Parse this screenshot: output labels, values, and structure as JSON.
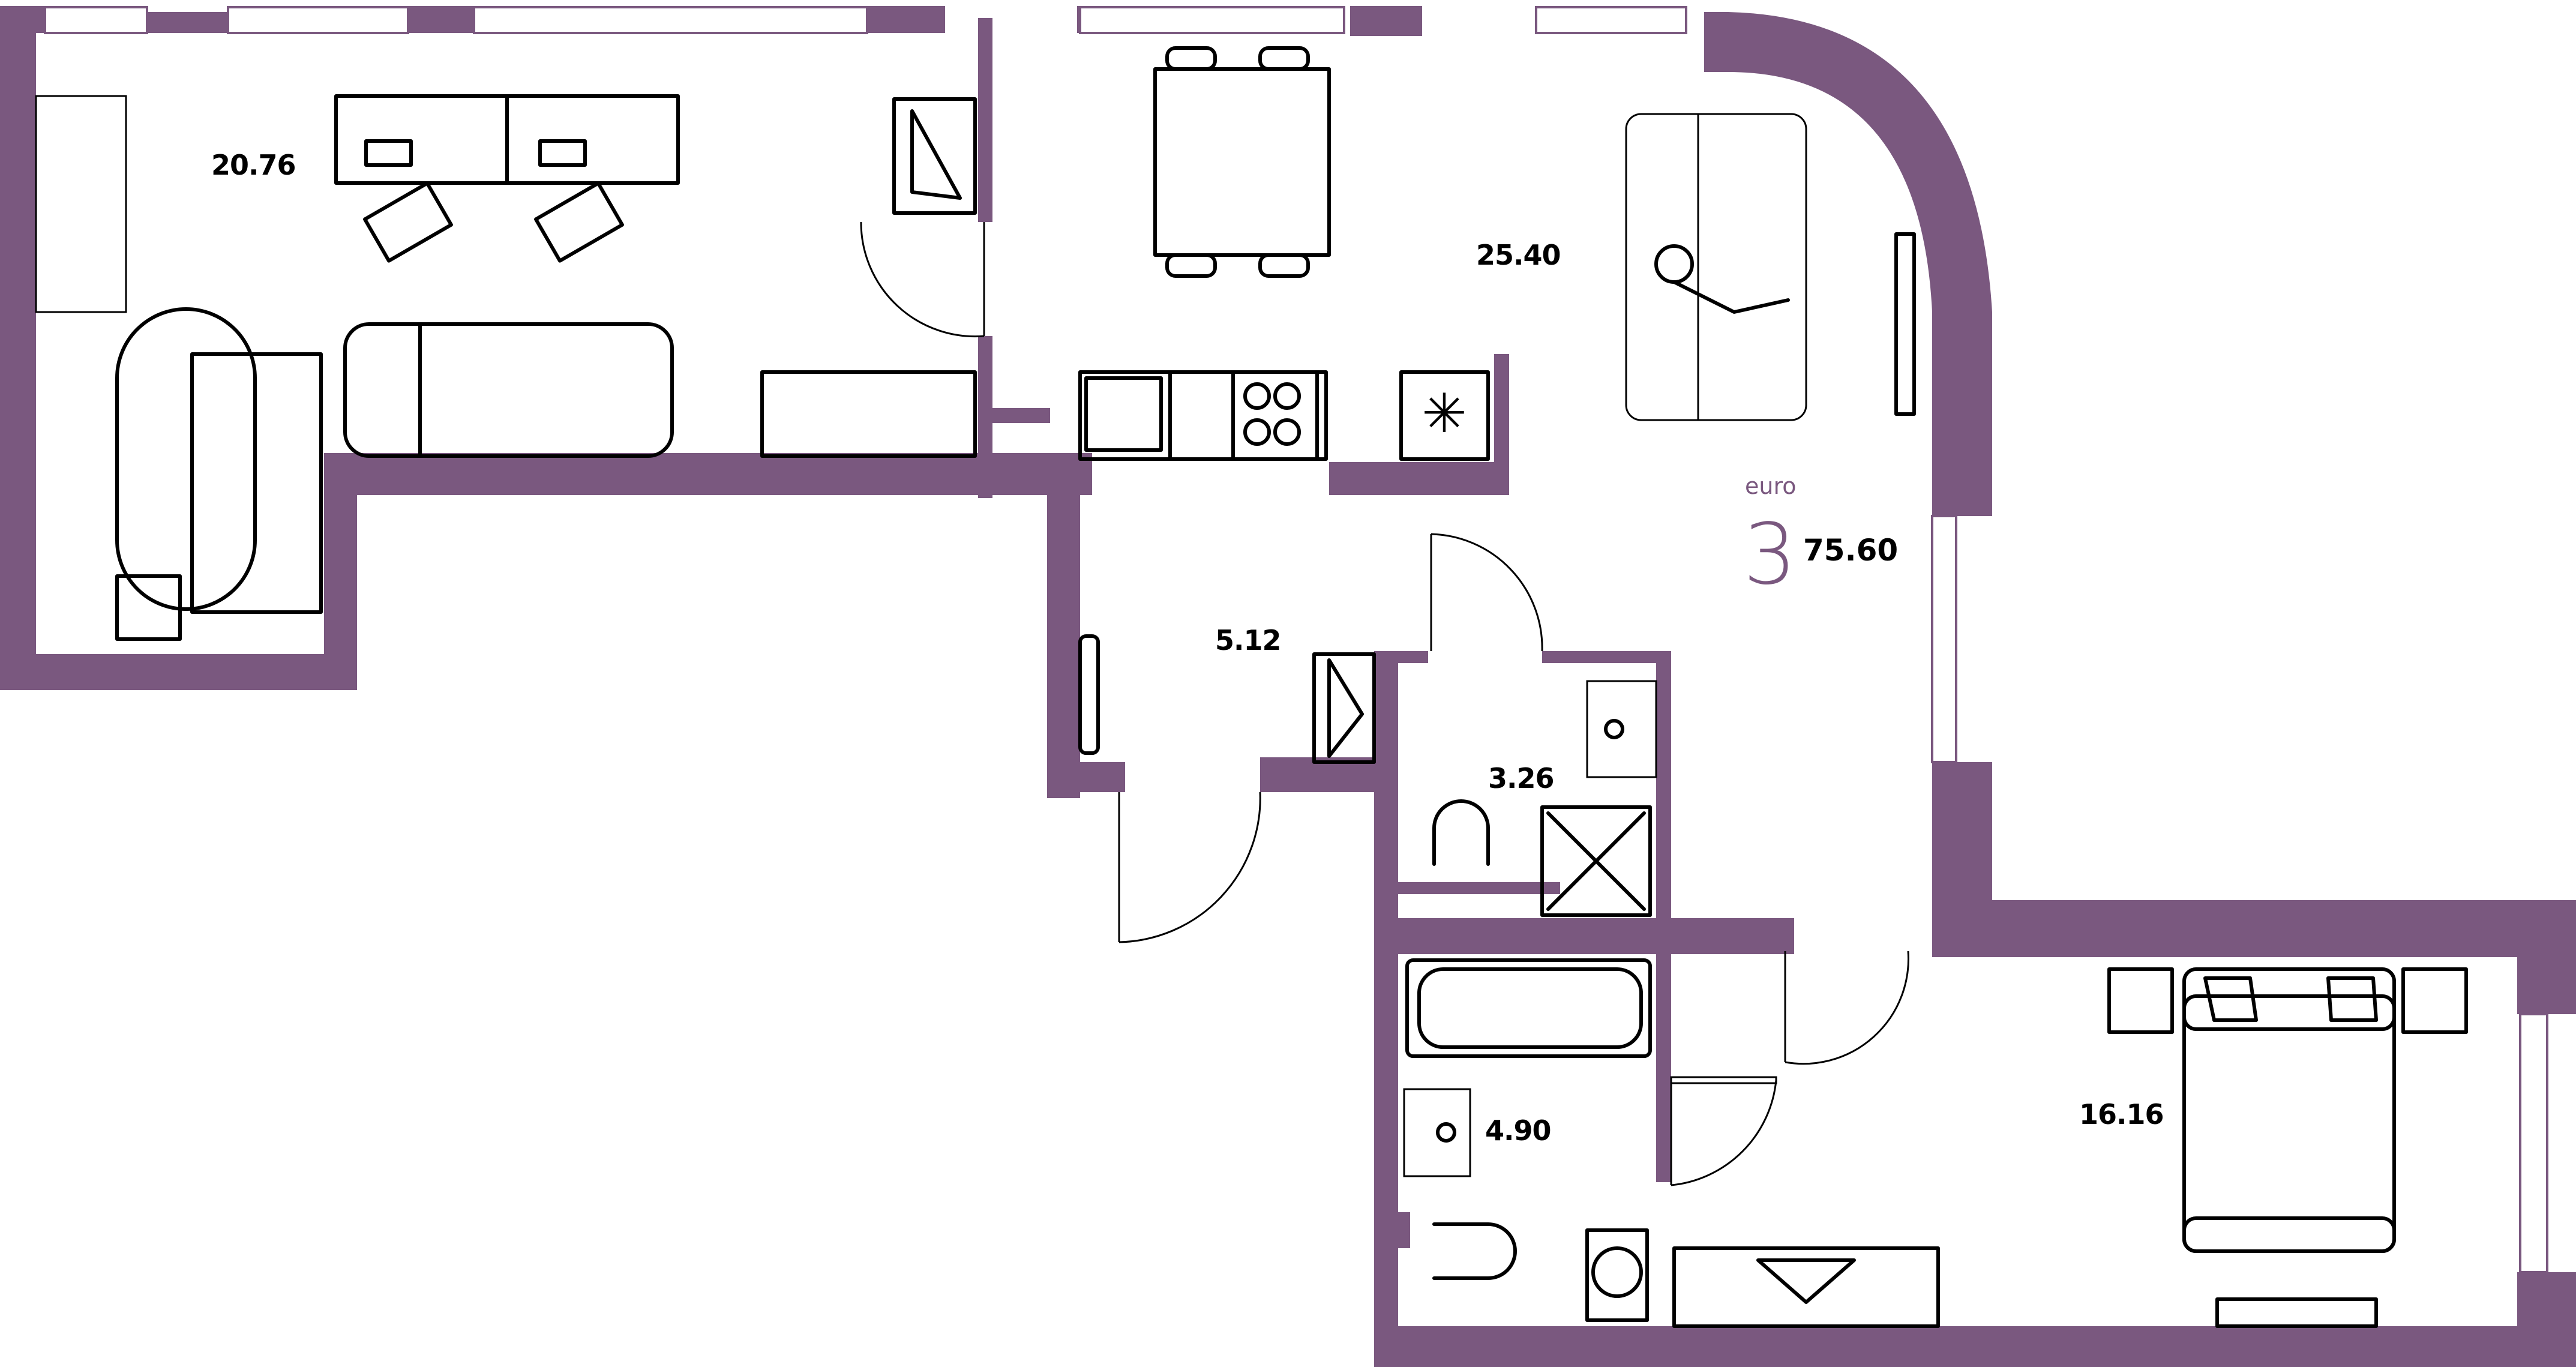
{
  "plan": {
    "type": "apartment floor plan",
    "wall_color": "#7a587f",
    "summary": {
      "layout_type": "euro",
      "rooms_count": "3",
      "total_area": "75.60"
    },
    "rooms": [
      {
        "id": "living-office",
        "area": "20.76"
      },
      {
        "id": "kitchen-living",
        "area": "25.40"
      },
      {
        "id": "hallway",
        "area": "5.12"
      },
      {
        "id": "shower-room",
        "area": "3.26"
      },
      {
        "id": "bathroom",
        "area": "4.90"
      },
      {
        "id": "bedroom",
        "area": "16.16"
      }
    ]
  }
}
